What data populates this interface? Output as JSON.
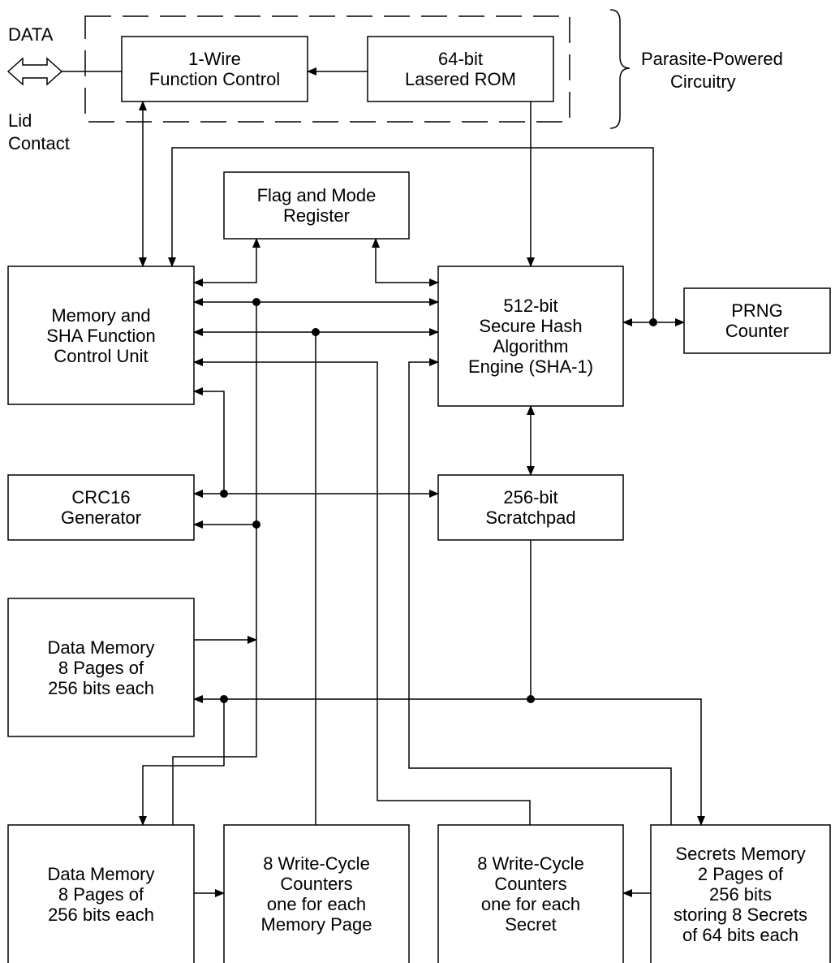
{
  "labels": {
    "data_port": "DATA",
    "lid_contact_1": "Lid",
    "lid_contact_2": "Contact",
    "parasite_1": "Parasite-Powered",
    "parasite_2": "Circuitry"
  },
  "blocks": {
    "wire_function_control": [
      "1-Wire",
      "Function Control"
    ],
    "lasered_rom": [
      "64-bit",
      "Lasered ROM"
    ],
    "flag_mode_register": [
      "Flag and Mode",
      "Register"
    ],
    "memory_sha_control": [
      "Memory and",
      "SHA Function",
      "Control Unit"
    ],
    "sha_engine": [
      "512-bit",
      "Secure Hash",
      "Algorithm",
      "Engine (SHA-1)"
    ],
    "prng_counter": [
      "PRNG",
      "Counter"
    ],
    "crc16_generator": [
      "CRC16",
      "Generator"
    ],
    "scratchpad": [
      "256-bit",
      "Scratchpad"
    ],
    "data_memory_a": [
      "Data Memory",
      "8 Pages of",
      "256 bits each"
    ],
    "data_memory_b": [
      "Data Memory",
      "8 Pages of",
      "256 bits each"
    ],
    "write_cycle_counters_memory": [
      "8 Write-Cycle",
      "Counters",
      "one for each",
      "Memory Page"
    ],
    "write_cycle_counters_secret": [
      "8 Write-Cycle",
      "Counters",
      "one for each",
      "Secret"
    ],
    "secrets_memory": [
      "Secrets Memory",
      "2 Pages of",
      "256 bits",
      "storing 8 Secrets",
      "of 64 bits each"
    ]
  }
}
